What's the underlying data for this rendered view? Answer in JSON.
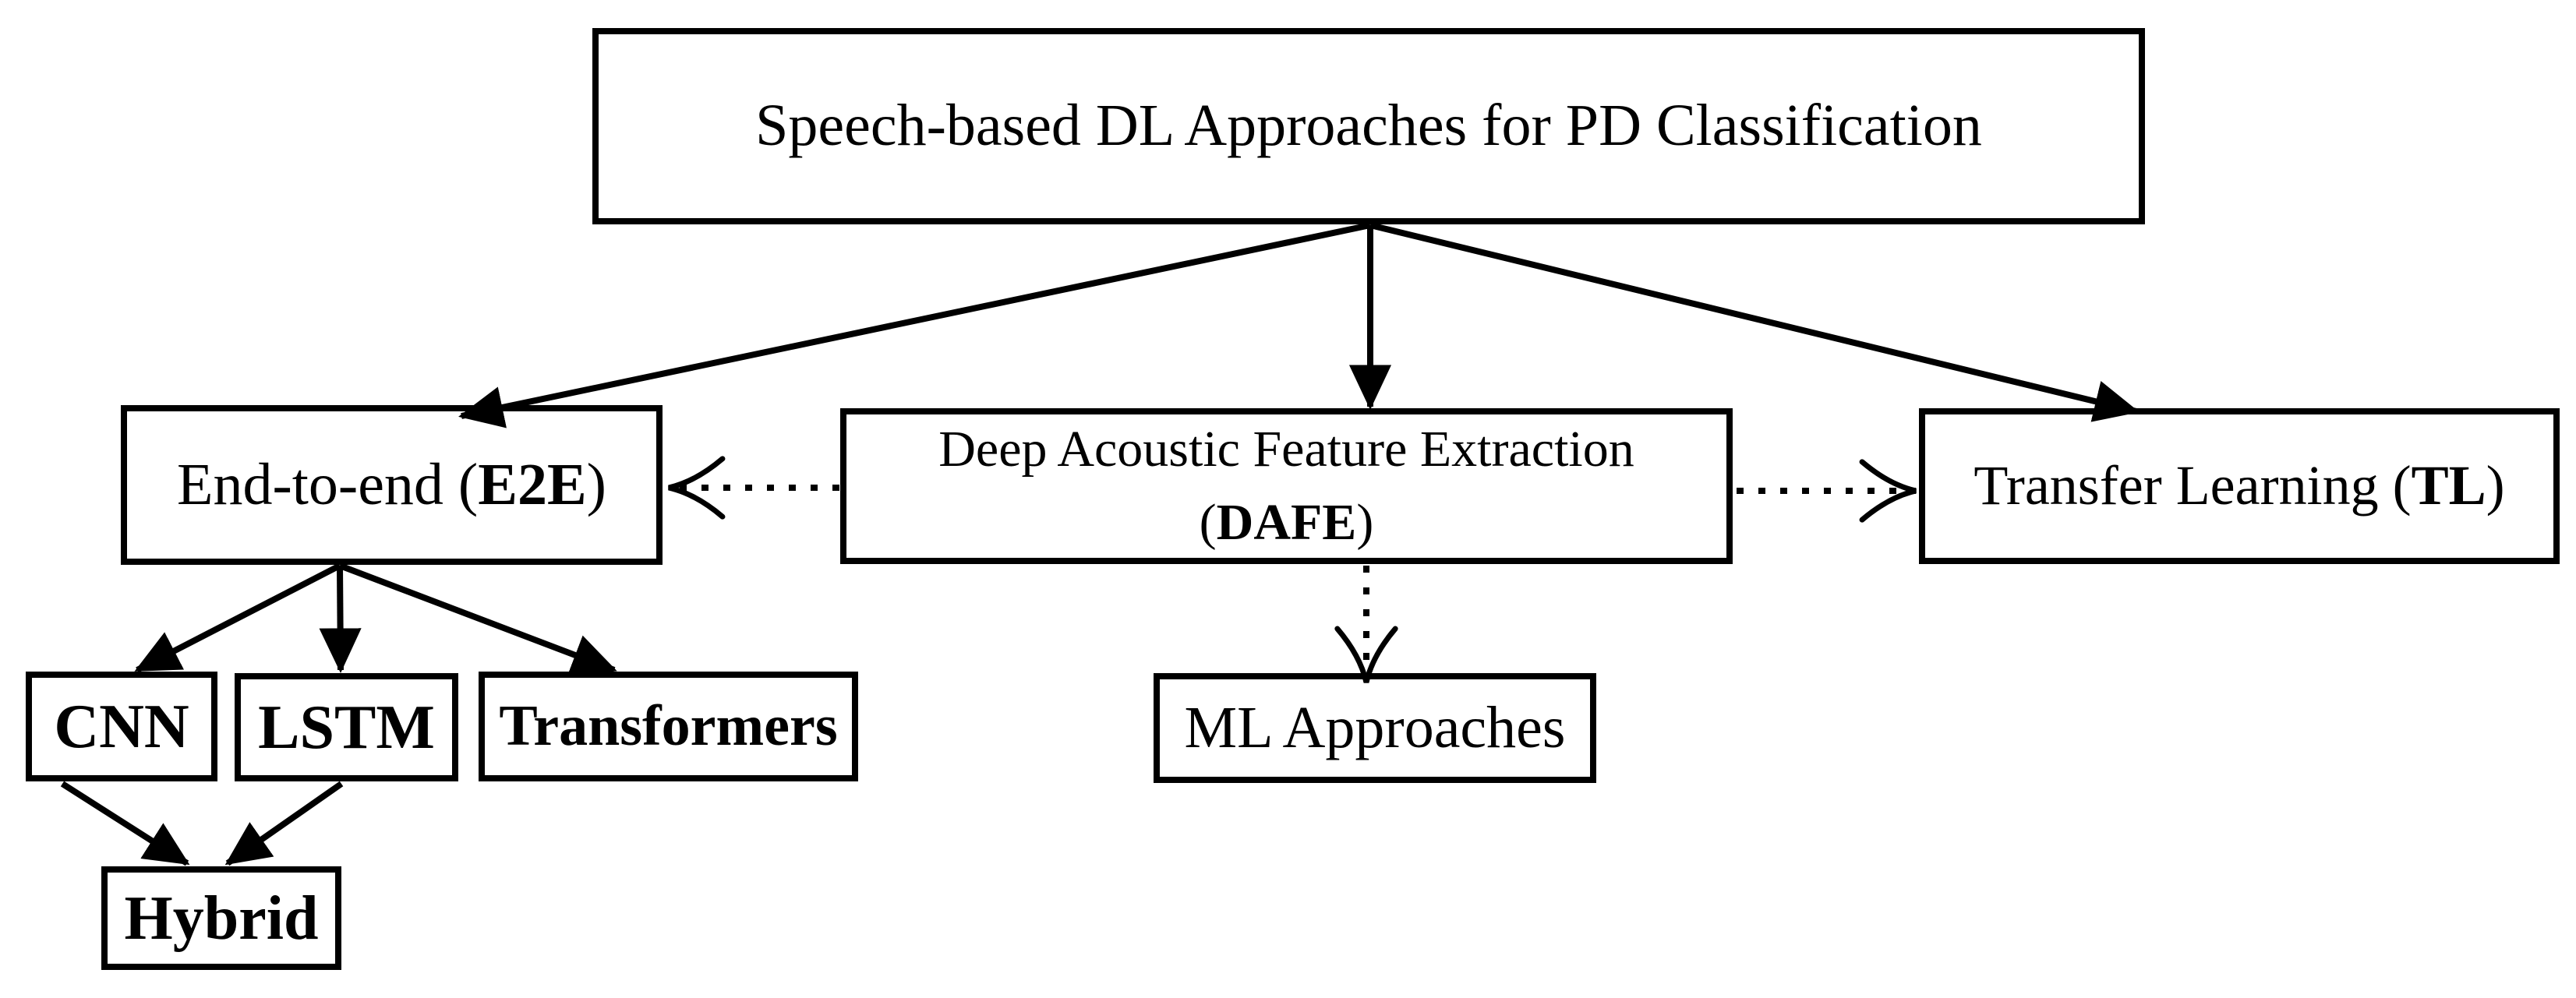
{
  "diagram": {
    "background": "#ffffff",
    "ink": "#000000",
    "root": {
      "label": "Speech-based DL Approaches for PD Classification"
    },
    "nodes": {
      "e2e": {
        "prefix": "End-to-end (",
        "bold": "E2E",
        "suffix": ")"
      },
      "dafe": {
        "line1": "Deep Acoustic Feature Extraction",
        "prefix": "(",
        "bold": "DAFE",
        "suffix": ")"
      },
      "tl": {
        "prefix": "Transfer Learning (",
        "bold": "TL",
        "suffix": ")"
      },
      "cnn": {
        "label": "CNN"
      },
      "lstm": {
        "label": "LSTM"
      },
      "transformers": {
        "label": "Transformers"
      },
      "hybrid": {
        "label": "Hybrid"
      },
      "ml": {
        "label": "ML Approaches"
      }
    },
    "edges": [
      {
        "from": "root",
        "to": "e2e",
        "style": "solid",
        "head": "filled-triangle"
      },
      {
        "from": "root",
        "to": "dafe",
        "style": "solid",
        "head": "filled-triangle"
      },
      {
        "from": "root",
        "to": "tl",
        "style": "solid",
        "head": "filled-triangle"
      },
      {
        "from": "e2e",
        "to": "cnn",
        "style": "solid",
        "head": "filled-triangle"
      },
      {
        "from": "e2e",
        "to": "lstm",
        "style": "solid",
        "head": "filled-triangle"
      },
      {
        "from": "e2e",
        "to": "transformers",
        "style": "solid",
        "head": "filled-triangle"
      },
      {
        "from": "cnn",
        "to": "hybrid",
        "style": "solid",
        "head": "filled-triangle"
      },
      {
        "from": "lstm",
        "to": "hybrid",
        "style": "solid",
        "head": "filled-triangle"
      },
      {
        "from": "dafe",
        "to": "e2e",
        "style": "dotted",
        "head": "open-curved"
      },
      {
        "from": "dafe",
        "to": "tl",
        "style": "dotted",
        "head": "open-curved"
      },
      {
        "from": "dafe",
        "to": "ml",
        "style": "dotted",
        "head": "open-curved"
      }
    ]
  }
}
